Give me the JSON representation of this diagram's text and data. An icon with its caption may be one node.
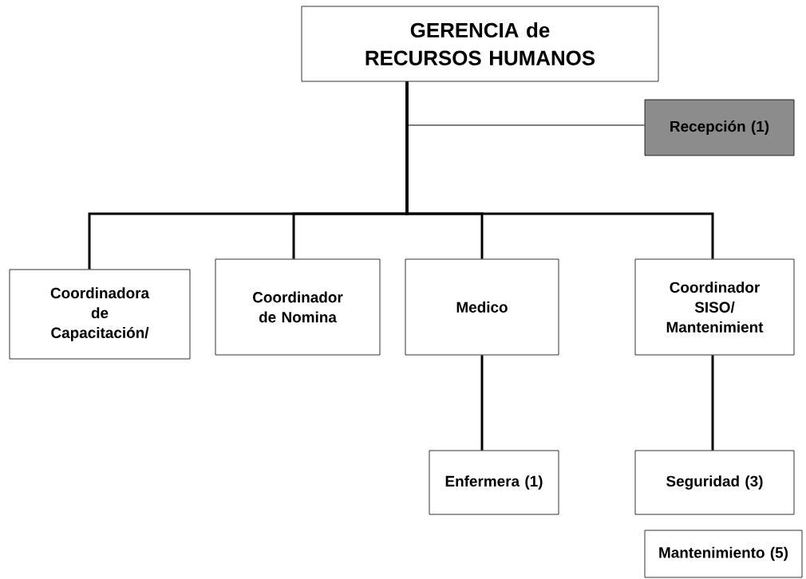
{
  "diagram": {
    "nodes": [
      {
        "text": [
          "GERENCIA de RECURSOS HUMANOS"
        ]
      },
      {
        "text": [
          "Recepción (1)"
        ]
      },
      {
        "text": [
          "Coordinadora de Capacitación/"
        ]
      },
      {
        "text": [
          "Coordinador de Nomina"
        ]
      },
      {
        "text": [
          "Medico"
        ]
      },
      {
        "text": [
          "Coordinador SISO/ Mantenimient"
        ]
      },
      {
        "text": [
          "Enfermera (1)"
        ]
      },
      {
        "text": [
          "Seguridad (3)"
        ]
      },
      {
        "text": [
          "Mantenimiento (5)"
        ]
      }
    ],
    "edges": [
      {
        "from": 0,
        "to": 1,
        "arrow": "none"
      },
      {
        "from": 0,
        "to": 2,
        "arrow": "none"
      },
      {
        "from": 0,
        "to": 3,
        "arrow": "none"
      },
      {
        "from": 0,
        "to": 4,
        "arrow": "none"
      },
      {
        "from": 0,
        "to": 5,
        "arrow": "none"
      },
      {
        "from": 4,
        "to": 6,
        "arrow": "none"
      },
      {
        "from": 5,
        "to": 7,
        "arrow": "none"
      }
    ]
  }
}
